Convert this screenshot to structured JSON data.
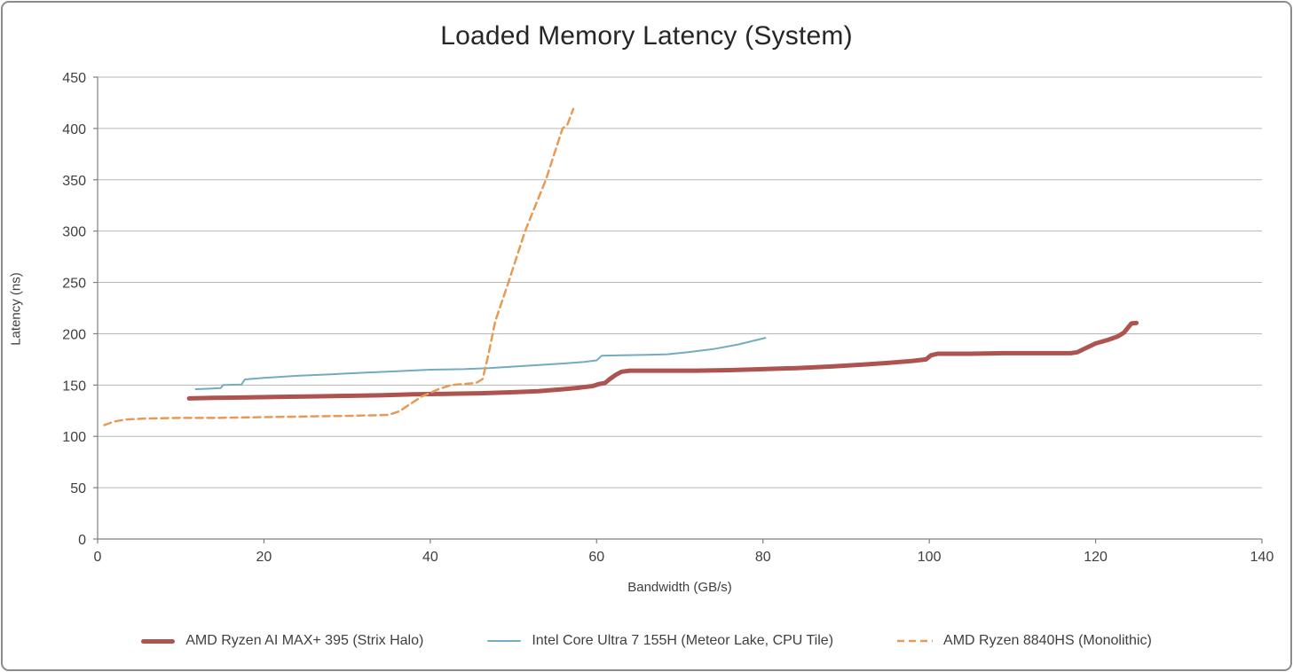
{
  "title": "Loaded Memory Latency (System)",
  "chart_data": {
    "type": "line",
    "title": "Loaded Memory Latency (System)",
    "xlabel": "Bandwidth (GB/s)",
    "ylabel": "Latency (ns)",
    "xlim": [
      0,
      140
    ],
    "ylim": [
      0,
      450
    ],
    "x_ticks": [
      0,
      20,
      40,
      60,
      80,
      100,
      120,
      140
    ],
    "y_ticks": [
      0,
      50,
      100,
      150,
      200,
      250,
      300,
      350,
      400,
      450
    ],
    "grid": "horizontal",
    "legend_position": "bottom",
    "colors": {
      "gridline": "#b7b7b7",
      "axis": "#7f7f7f",
      "tick_text": "#3f3f3f"
    },
    "series": [
      {
        "name": "AMD Ryzen AI MAX+ 395 (Strix Halo)",
        "color": "#ae5450",
        "line_width": 5,
        "dash": null,
        "points": [
          [
            11,
            137
          ],
          [
            14,
            137.5
          ],
          [
            18,
            138
          ],
          [
            22,
            138.5
          ],
          [
            26,
            139
          ],
          [
            30,
            139.5
          ],
          [
            34,
            140
          ],
          [
            38,
            141
          ],
          [
            42,
            141.5
          ],
          [
            46,
            142
          ],
          [
            50,
            143
          ],
          [
            53,
            144
          ],
          [
            56,
            146
          ],
          [
            58,
            147.5
          ],
          [
            59.5,
            149
          ],
          [
            60.3,
            151
          ],
          [
            61,
            152
          ],
          [
            61.6,
            156
          ],
          [
            62.3,
            160
          ],
          [
            63,
            163
          ],
          [
            64,
            164
          ],
          [
            68,
            164
          ],
          [
            72,
            164
          ],
          [
            76,
            164.5
          ],
          [
            80,
            165.5
          ],
          [
            84,
            166.5
          ],
          [
            88,
            168
          ],
          [
            92,
            170
          ],
          [
            95,
            171.5
          ],
          [
            98,
            173.5
          ],
          [
            99.6,
            175
          ],
          [
            100.2,
            179
          ],
          [
            101,
            180.5
          ],
          [
            105,
            180.5
          ],
          [
            109,
            181
          ],
          [
            113,
            181
          ],
          [
            117,
            181
          ],
          [
            117.8,
            182
          ],
          [
            118.8,
            186
          ],
          [
            120,
            190.5
          ],
          [
            121.5,
            194
          ],
          [
            122.7,
            197.5
          ],
          [
            123.4,
            201
          ],
          [
            123.9,
            206
          ],
          [
            124.3,
            210
          ],
          [
            124.9,
            210.5
          ]
        ]
      },
      {
        "name": "Intel Core Ultra 7 155H (Meteor Lake, CPU Tile)",
        "color": "#72acc0",
        "line_width": 2,
        "dash": null,
        "points": [
          [
            11.8,
            146
          ],
          [
            13.5,
            146.5
          ],
          [
            14.8,
            147
          ],
          [
            15.1,
            150
          ],
          [
            17.3,
            150.5
          ],
          [
            17.7,
            155.5
          ],
          [
            20,
            157
          ],
          [
            24,
            159
          ],
          [
            28,
            160.5
          ],
          [
            32,
            162
          ],
          [
            36,
            163.5
          ],
          [
            40,
            165
          ],
          [
            44,
            165.5
          ],
          [
            47,
            166.5
          ],
          [
            50,
            168
          ],
          [
            53,
            169.5
          ],
          [
            56,
            171
          ],
          [
            58.5,
            172.5
          ],
          [
            60,
            174
          ],
          [
            60.6,
            178.5
          ],
          [
            63,
            179
          ],
          [
            66,
            179.5
          ],
          [
            68.5,
            180
          ],
          [
            71,
            182
          ],
          [
            74,
            185
          ],
          [
            77,
            189.5
          ],
          [
            80.3,
            196
          ]
        ]
      },
      {
        "name": "AMD Ryzen 8840HS (Monolithic)",
        "color": "#e79a55",
        "line_width": 2.5,
        "dash": "8 5",
        "points": [
          [
            0.8,
            111
          ],
          [
            2,
            114.5
          ],
          [
            3.5,
            116.5
          ],
          [
            6,
            117.5
          ],
          [
            10,
            118
          ],
          [
            14,
            118
          ],
          [
            18,
            118.5
          ],
          [
            22,
            119
          ],
          [
            26,
            119.5
          ],
          [
            30,
            120
          ],
          [
            33,
            120.5
          ],
          [
            35,
            121
          ],
          [
            36.3,
            124.5
          ],
          [
            37.5,
            131
          ],
          [
            39,
            139
          ],
          [
            41,
            146
          ],
          [
            42.5,
            150
          ],
          [
            44,
            151
          ],
          [
            45.5,
            152
          ],
          [
            46.3,
            156
          ],
          [
            47,
            180
          ],
          [
            47.8,
            212
          ],
          [
            49.4,
            250
          ],
          [
            51.4,
            300
          ],
          [
            53.9,
            350
          ],
          [
            55.9,
            400
          ],
          [
            56.5,
            404
          ],
          [
            57.2,
            419
          ]
        ]
      }
    ]
  }
}
